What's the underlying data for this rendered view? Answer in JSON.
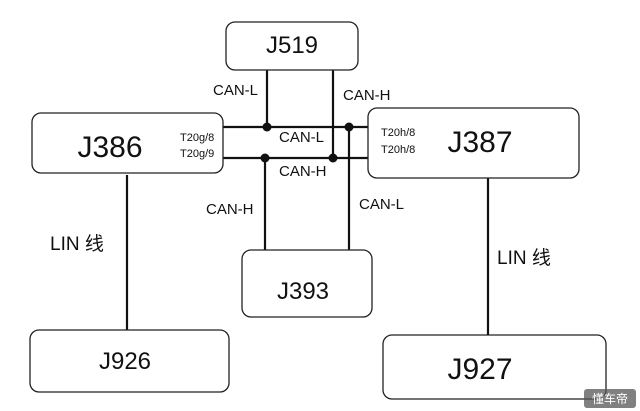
{
  "modules": {
    "j519": "J519",
    "j386": "J386",
    "j387": "J387",
    "j393": "J393",
    "j926": "J926",
    "j927": "J927"
  },
  "pins": {
    "j386_top": "T20g/8",
    "j386_bottom": "T20g/9",
    "j387_top": "T20h/8",
    "j387_bottom": "T20h/8"
  },
  "wire_labels": {
    "j519_can_l": "CAN-L",
    "j519_can_h": "CAN-H",
    "bus_can_l": "CAN-L",
    "bus_can_h": "CAN-H",
    "j393_can_h": "CAN-H",
    "j393_can_l": "CAN-L",
    "lin_left": "LIN 线",
    "lin_right": "LIN 线"
  },
  "watermark": "懂车帝"
}
